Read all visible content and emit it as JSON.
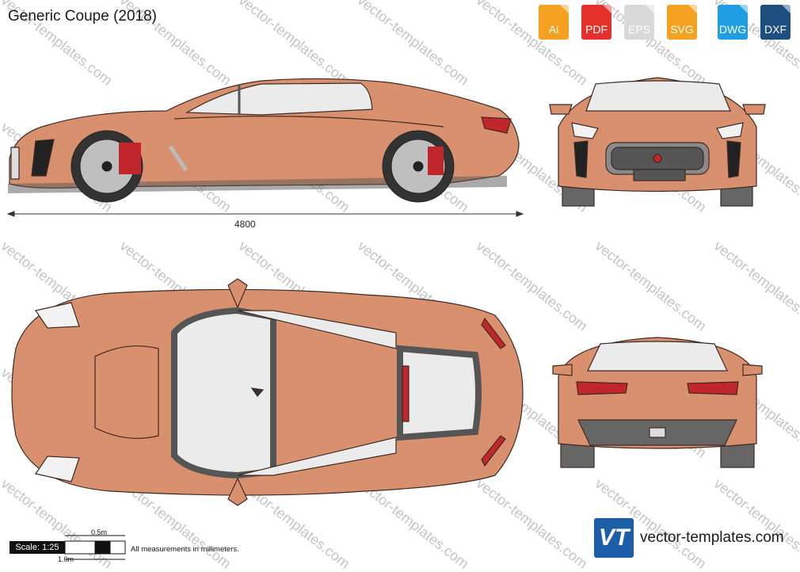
{
  "header": {
    "title": "Generic Coupe (2018)"
  },
  "formats": [
    {
      "label": "Ai",
      "color": "#f4a11f"
    },
    {
      "label": "PDF",
      "color": "#e5312c"
    },
    {
      "label": "EPS",
      "color": "#d9d9d9"
    },
    {
      "label": "SVG",
      "color": "#f4a11f"
    },
    {
      "label": "DWG",
      "color": "#1f9ee3"
    },
    {
      "label": "DXF",
      "color": "#1d4e80"
    }
  ],
  "watermark": "vector-templates.com",
  "dimension": {
    "length": "4800"
  },
  "footer": {
    "scale": "Scale: 1:25",
    "half_meter": "0.5m",
    "one_meter": "1.0m",
    "note": "All measurements in millimeters.",
    "logo": "VT",
    "site": "vector-templates.com"
  },
  "colors": {
    "body": "#d9906f",
    "outline": "#3c2a22",
    "glass": "#ebebeb",
    "trim": "#555555",
    "tail": "#c0262b"
  }
}
